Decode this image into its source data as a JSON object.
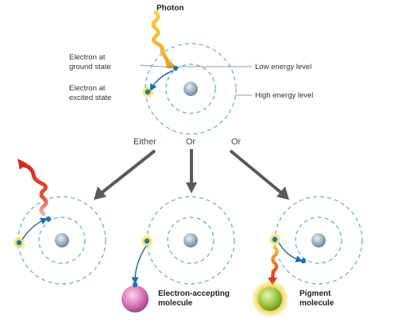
{
  "labels": {
    "photon": "Photon",
    "electron_ground_1": "Electron at",
    "electron_ground_2": "ground state",
    "electron_excited_1": "Electron at",
    "electron_excited_2": "excited state",
    "low_energy": "Low energy level",
    "high_energy": "High energy level",
    "either": "Either",
    "or_1": "Or",
    "or_2": "Or",
    "acceptor_1": "Electron-accepting",
    "acceptor_2": "molecule",
    "pigment_1": "Pigment",
    "pigment_2": "molecule"
  },
  "colors": {
    "orbit": "#6fb7d4",
    "nucleus": "#8fa9b9",
    "electron": "#1a78b8",
    "arrow_blue": "#1d6fa6",
    "arrow_gray": "#5a5a5a",
    "photon_yellow": "#f2b632",
    "photon_red": "#d8322a",
    "glow": "#f6de5c",
    "acceptor": "#d86fb3",
    "pigment": "#8dbf3b"
  }
}
